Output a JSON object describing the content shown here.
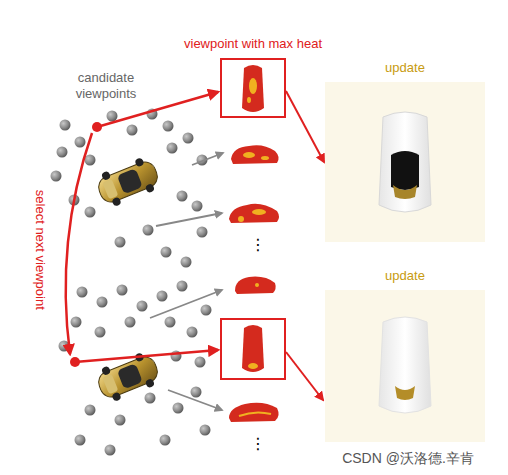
{
  "diagram": {
    "nodes": [
      {
        "text": [
          "viewpoint with max heat"
        ]
      },
      {
        "text": [
          "update"
        ]
      },
      {
        "text": [
          "update"
        ]
      }
    ],
    "edges": [
      {
        "from": 0,
        "to": 1,
        "arrow": "to"
      }
    ],
    "labels": [
      "candidate viewpoints",
      "select next viewpoint",
      "⋮",
      "⋮",
      "CSDN @沃洛德.辛肯"
    ]
  }
}
